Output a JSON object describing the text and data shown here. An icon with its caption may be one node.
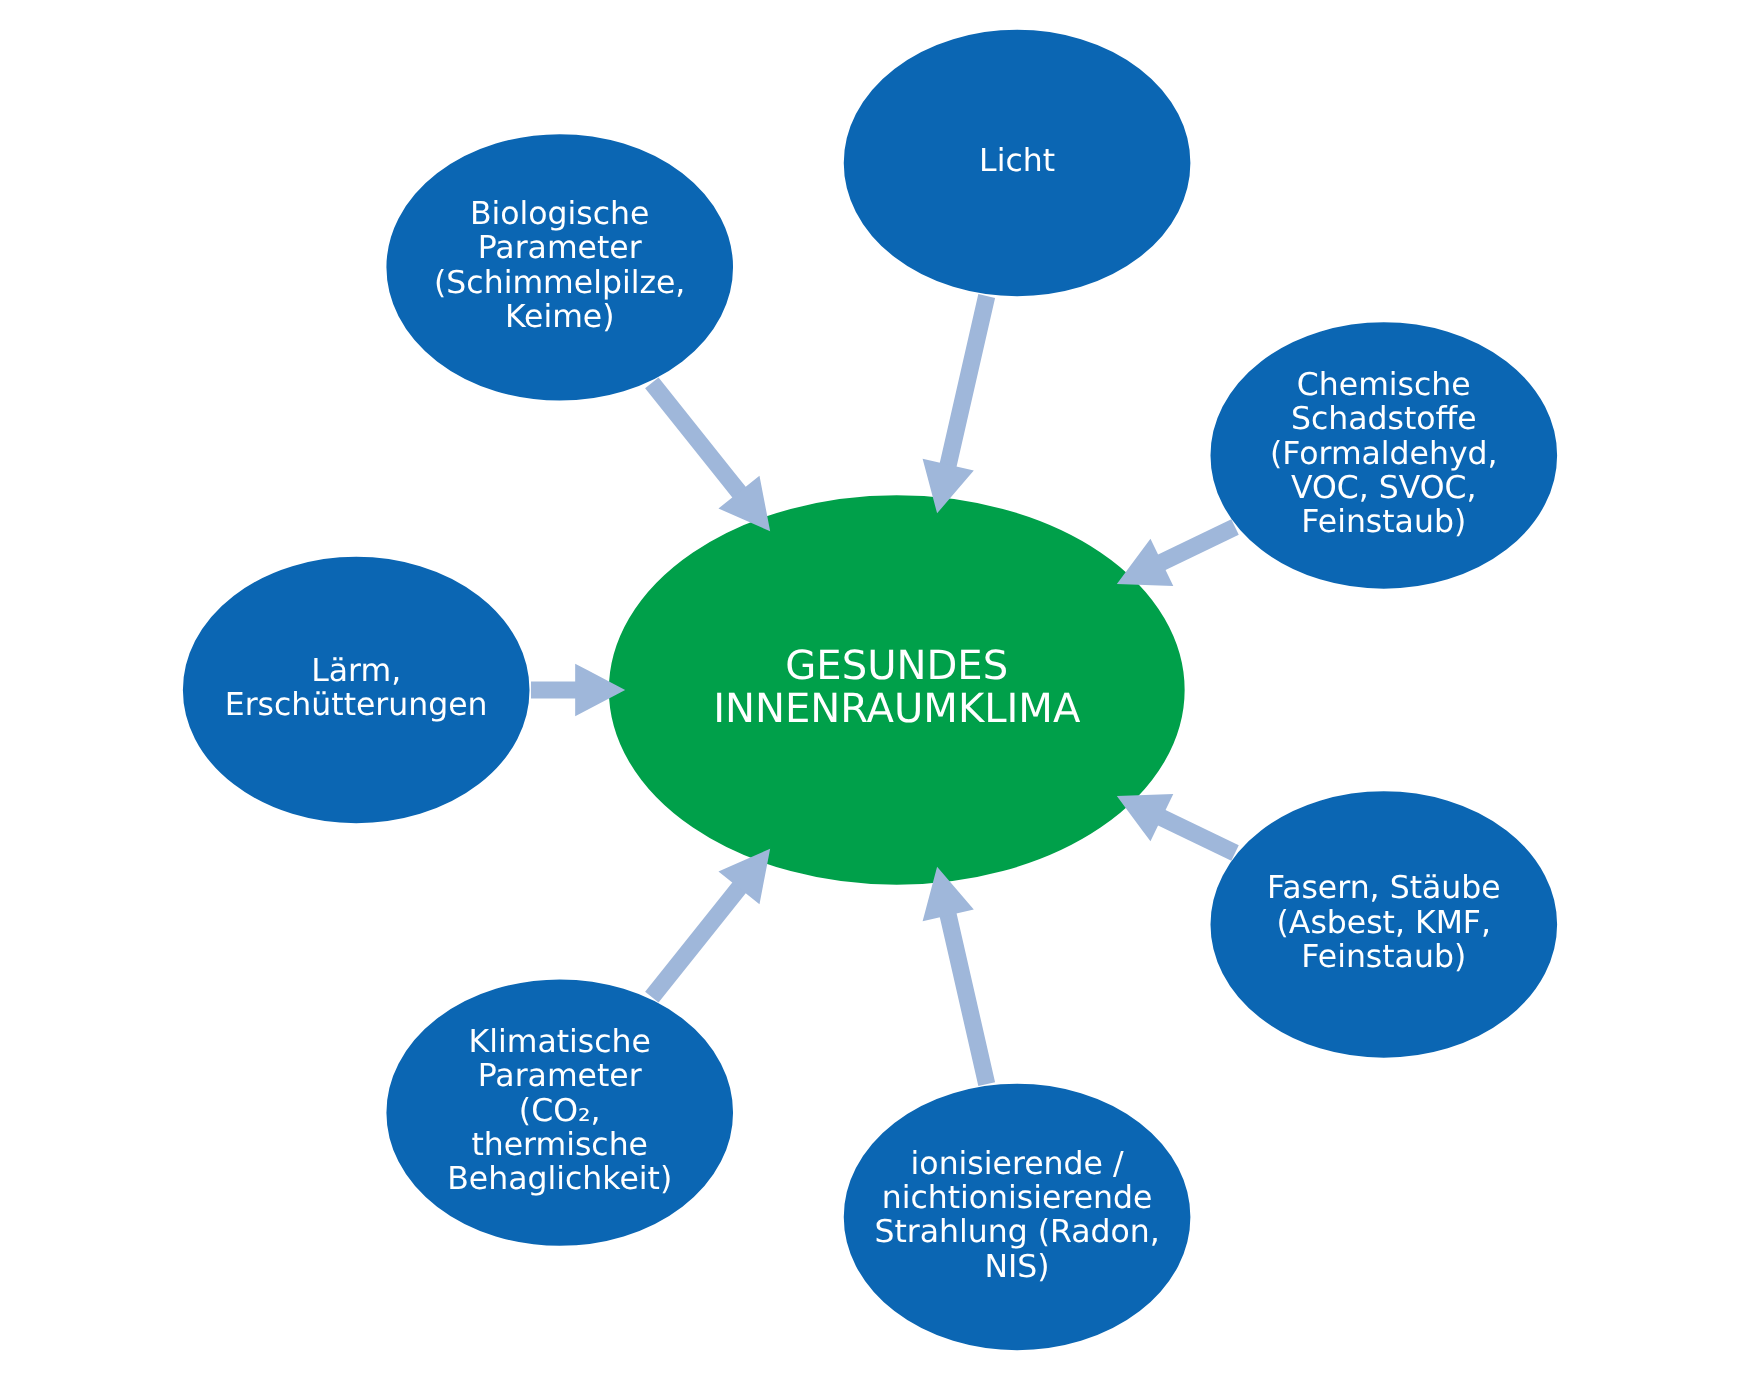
{
  "diagram": {
    "nodes": [
      {
        "text": [
          "Chemische Schadstoffe (Formaldehyd, VOC, SVOC, Feinstaub)"
        ]
      },
      {
        "text": [
          "Licht"
        ]
      },
      {
        "text": [
          "Biologische Parameter (Schimmelpilze, Keime)"
        ]
      },
      {
        "text": [
          "GESUNDES INNENRAUMKLIMA"
        ]
      },
      {
        "text": [
          "Lärm, Erschütterungen"
        ]
      },
      {
        "text": [
          "Klimatische Parameter (CO₂, thermische Behaglichkeit)"
        ]
      },
      {
        "text": [
          "ionisierende / nichtionisierende Strahlung (Radon, NIS)"
        ]
      },
      {
        "text": [
          "Fasern, Stäube (Asbest, KMF, Feinstaub)"
        ]
      }
    ],
    "edges": [
      {
        "from": 0,
        "to": 3,
        "arrow": "to"
      },
      {
        "from": 2,
        "to": 3,
        "arrow": "to"
      },
      {
        "from": 5,
        "to": 3,
        "arrow": "to"
      },
      {
        "from": 7,
        "to": 3,
        "arrow": "to"
      },
      {
        "from": 6,
        "to": 3,
        "arrow": "to"
      },
      {
        "from": 4,
        "to": 3,
        "arrow": "to"
      },
      {
        "from": 1,
        "to": 3,
        "arrow": "to"
      }
    ]
  }
}
